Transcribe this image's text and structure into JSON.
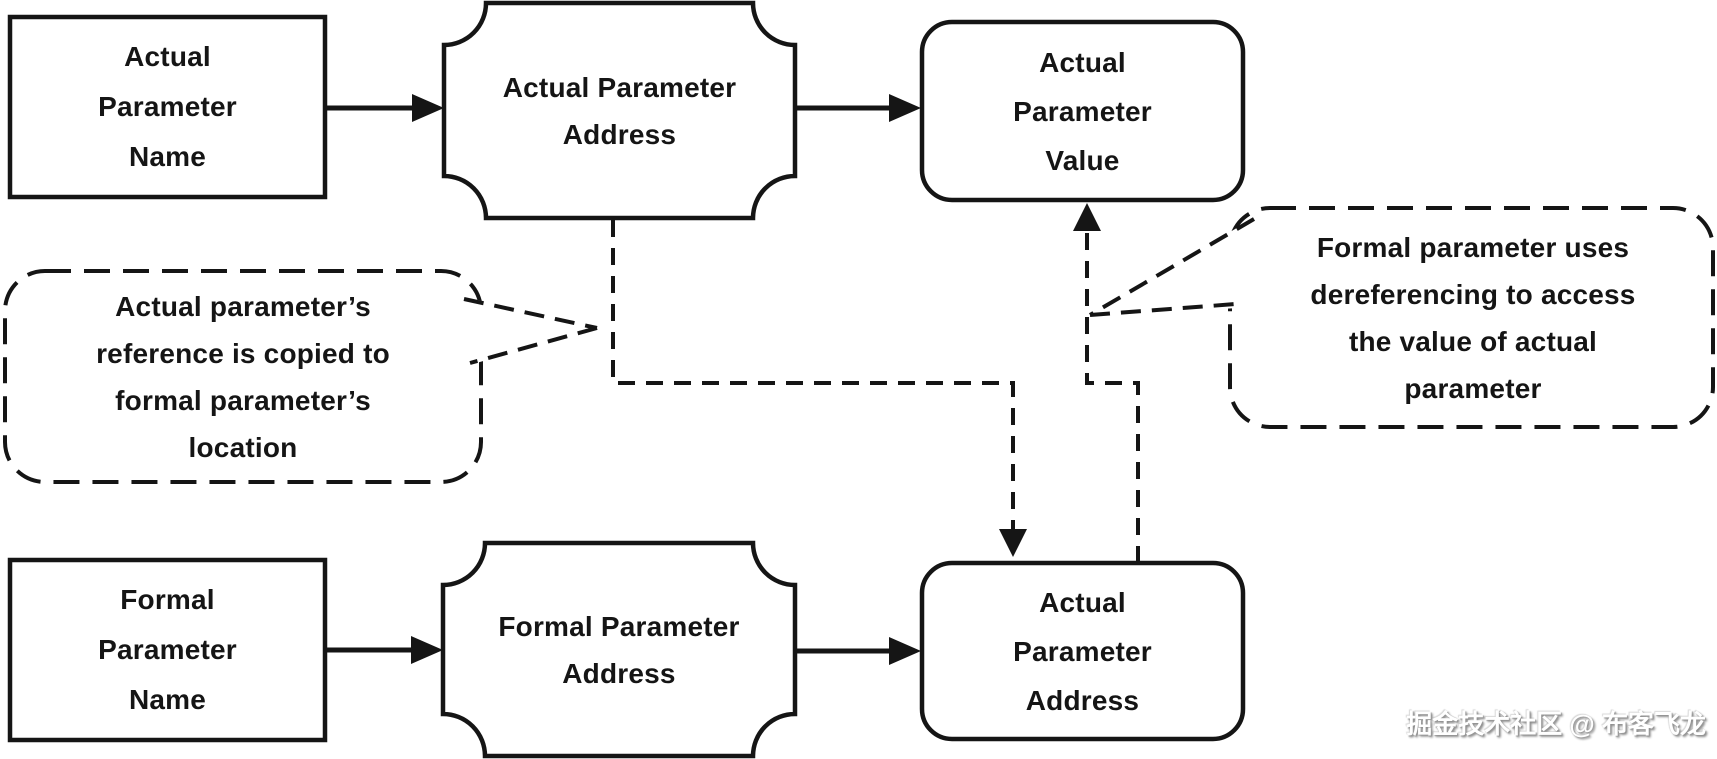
{
  "diagram": {
    "nodes": {
      "actual_parameter_name": "Actual\nParameter\nName",
      "actual_parameter_address": "Actual Parameter\nAddress",
      "actual_parameter_value": "Actual\nParameter\nValue",
      "formal_parameter_name": "Formal\nParameter\nName",
      "formal_parameter_address": "Formal Parameter\nAddress",
      "actual_parameter_address_ref": "Actual\nParameter\nAddress"
    },
    "callouts": {
      "copy_reference": "Actual parameter’s\nreference is copied to\nformal parameter’s\nlocation",
      "dereference": "Formal parameter uses\ndereferencing to access\nthe value of actual\nparameter"
    },
    "watermark": "掘金技术社区 @ 布客飞龙",
    "colors": {
      "ink": "#151515",
      "background": "#ffffff"
    }
  }
}
